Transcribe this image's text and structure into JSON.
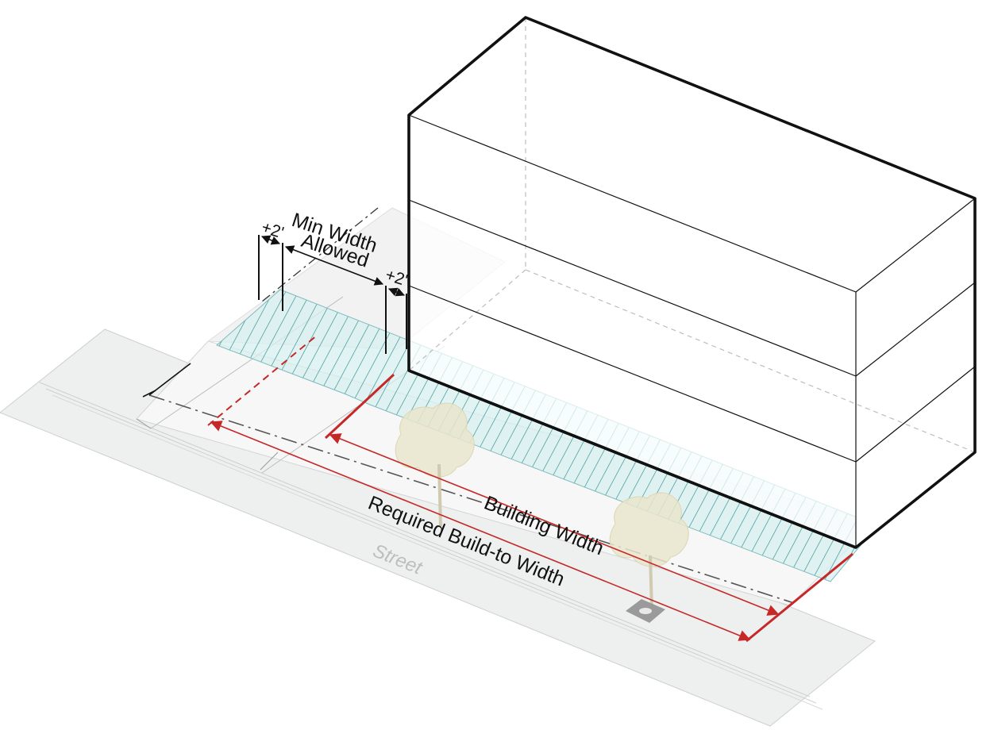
{
  "labels": {
    "min_width_line1": "Min Width",
    "min_width_line2": "Allowed",
    "offset_left": "+2'",
    "offset_right": "+2'",
    "building_width": "Building Width",
    "required_build_to_width": "Required Build-to Width",
    "street": "Street"
  },
  "colors": {
    "building_outline": "#111111",
    "dimension_red": "#c62828",
    "build_to_zone_teal": "#2a8f8f",
    "build_to_zone_fill": "#cfe9e9",
    "street_fill": "#eeeeee",
    "sidewalk_fill": "#f7f7f7",
    "tree_fill": "#e6e2c8",
    "street_label_gray": "#bdbdbd"
  },
  "icons": [
    "tree-icon",
    "storm-drain-icon"
  ]
}
